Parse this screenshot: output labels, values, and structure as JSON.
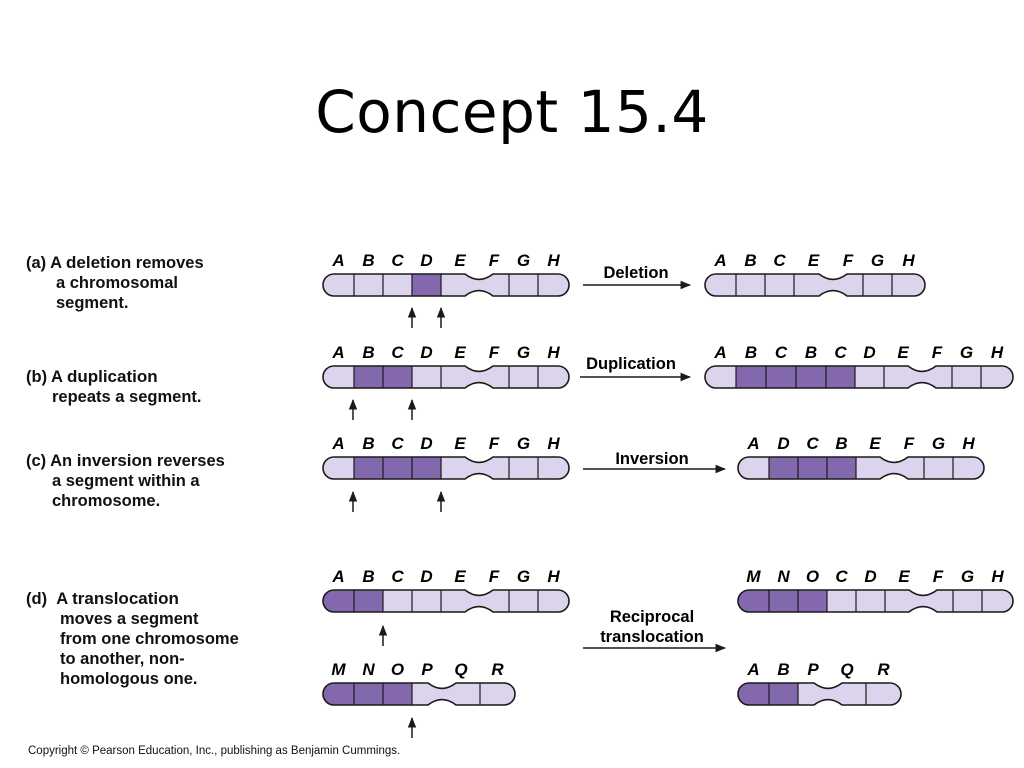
{
  "title": "Concept 15.4",
  "labels": {
    "a": {
      "prefix": "(a) A ",
      "key": "deletion",
      "suffix": " removes",
      "lines": [
        "a chromosomal",
        "segment."
      ]
    },
    "b": {
      "prefix": "(b) A ",
      "key": "duplication",
      "suffix": "",
      "lines": [
        "repeats a segment."
      ]
    },
    "c": {
      "prefix": "(c) An ",
      "key": "inversion",
      "suffix": " reverses",
      "lines": [
        "a segment within a",
        "chromosome."
      ]
    },
    "d": {
      "prefix": "(d)",
      "first": "A ",
      "key": "translocation",
      "lines": [
        "moves a segment",
        "from one chromosome",
        "to another, non-",
        "homologous one."
      ]
    }
  },
  "processes": {
    "deletion": "Deletion",
    "duplication": "Duplication",
    "inversion": "Inversion",
    "translocation_line1": "Reciprocal",
    "translocation_line2": "translocation"
  },
  "chromosomes": {
    "a_before": [
      "A",
      "B",
      "C",
      "D",
      "E",
      "F",
      "G",
      "H"
    ],
    "a_after": [
      "A",
      "B",
      "C",
      "E",
      "F",
      "G",
      "H"
    ],
    "b_before": [
      "A",
      "B",
      "C",
      "D",
      "E",
      "F",
      "G",
      "H"
    ],
    "b_after": [
      "A",
      "B",
      "C",
      "B",
      "C",
      "D",
      "E",
      "F",
      "G",
      "H"
    ],
    "c_before": [
      "A",
      "B",
      "C",
      "D",
      "E",
      "F",
      "G",
      "H"
    ],
    "c_after": [
      "A",
      "D",
      "C",
      "B",
      "E",
      "F",
      "G",
      "H"
    ],
    "d_before_1": [
      "A",
      "B",
      "C",
      "D",
      "E",
      "F",
      "G",
      "H"
    ],
    "d_before_2": [
      "M",
      "N",
      "O",
      "P",
      "Q",
      "R"
    ],
    "d_after_1": [
      "M",
      "N",
      "O",
      "C",
      "D",
      "E",
      "F",
      "G",
      "H"
    ],
    "d_after_2": [
      "A",
      "B",
      "P",
      "Q",
      "R"
    ]
  },
  "colors": {
    "light": "#dcd4ec",
    "dark": "#8468ad",
    "outline": "#1a1a1a"
  },
  "copyright": "Copyright © Pearson Education, Inc., publishing as Benjamin Cummings."
}
